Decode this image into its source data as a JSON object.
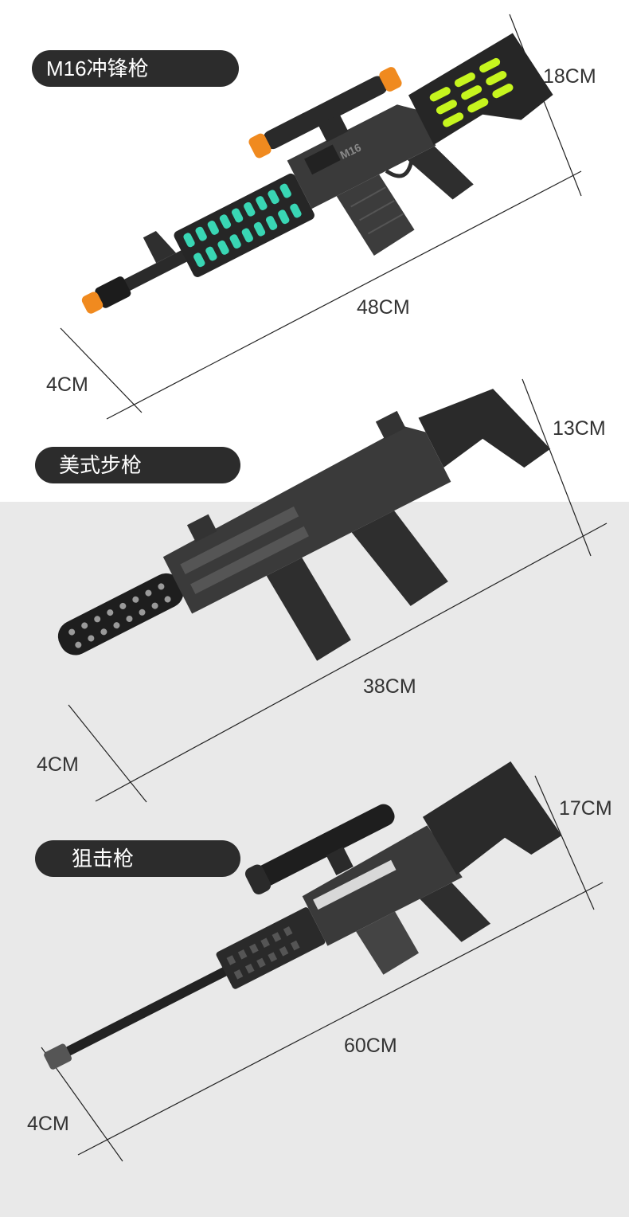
{
  "colors": {
    "pill_bg": "#2c2c2c",
    "pill_text": "#ffffff",
    "lower_background": "#e9e9e9",
    "dimension_text": "#333333",
    "m16_barrel_glow": "#39d6b4",
    "m16_stock_glow": "#c6f51e",
    "scope_caps": "#f08a1f"
  },
  "products": [
    {
      "name": "M16冲锋枪",
      "length": "48CM",
      "height": "18CM",
      "width": "4CM",
      "stamp": "M16",
      "icon": "m16-rifle-toy-icon"
    },
    {
      "name": "美式步枪",
      "length": "38CM",
      "height": "13CM",
      "width": "4CM",
      "icon": "smg-toy-icon"
    },
    {
      "name": "狙击枪",
      "length": "60CM",
      "height": "17CM",
      "width": "4CM",
      "icon": "sniper-rifle-toy-icon"
    }
  ]
}
